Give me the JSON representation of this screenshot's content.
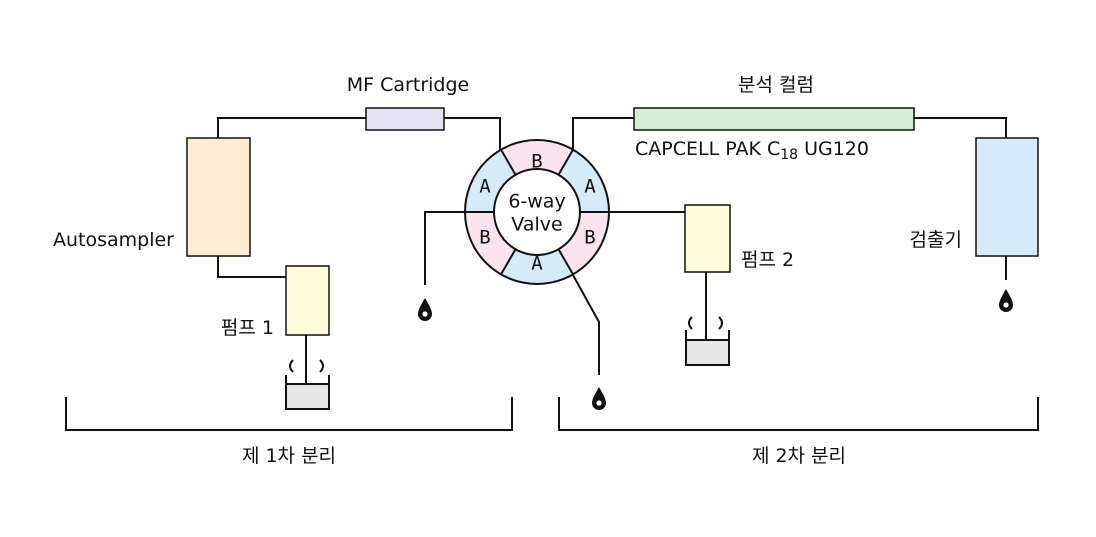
{
  "labels": {
    "mf_cartridge": "MF Cartridge",
    "column_title": "분석 컬럼",
    "column_name": "CAPCELL PAK C",
    "column_sub": "18",
    "column_suffix": " UG120",
    "autosampler": "Autosampler",
    "pump1": "펌프 1",
    "pump2": "펌프 2",
    "detector": "검출기",
    "valve_line1": "6-way",
    "valve_line2": "Valve",
    "stage1": "제 1차 분리",
    "stage2": "제 2차 분리"
  },
  "valve_ports": {
    "top": "B",
    "upper_left": "A",
    "upper_right": "A",
    "lower_left": "B",
    "lower_right": "B",
    "bottom": "A"
  },
  "colors": {
    "port_a": "#d5ebf7",
    "port_b": "#fbe4ee",
    "autosampler": "#fdebd2",
    "pump": "#fefbd8",
    "cartridge": "#e4e2f3",
    "column": "#d6ecd6",
    "detector": "#d5ebf9",
    "solvent": "#e6e6e6"
  }
}
